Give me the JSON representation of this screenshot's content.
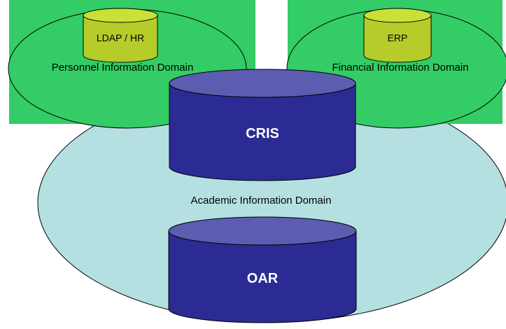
{
  "domains": {
    "personnel": {
      "label": "Personnel Information Domain",
      "store": "LDAP / HR"
    },
    "financial": {
      "label": "Financial Information Domain",
      "store": "ERP"
    },
    "academic": {
      "label": "Academic Information Domain"
    }
  },
  "systems": {
    "cris": "CRIS",
    "oar": "OAR"
  },
  "colors": {
    "domain_green": "#33cc66",
    "academic_fill": "#b4e0e2",
    "small_cylinder": "#b5cc2a",
    "small_cylinder_top": "#c9e037",
    "big_cylinder": "#2b2b93",
    "big_cylinder_top": "#5c5cb0",
    "outline": "#000000"
  }
}
